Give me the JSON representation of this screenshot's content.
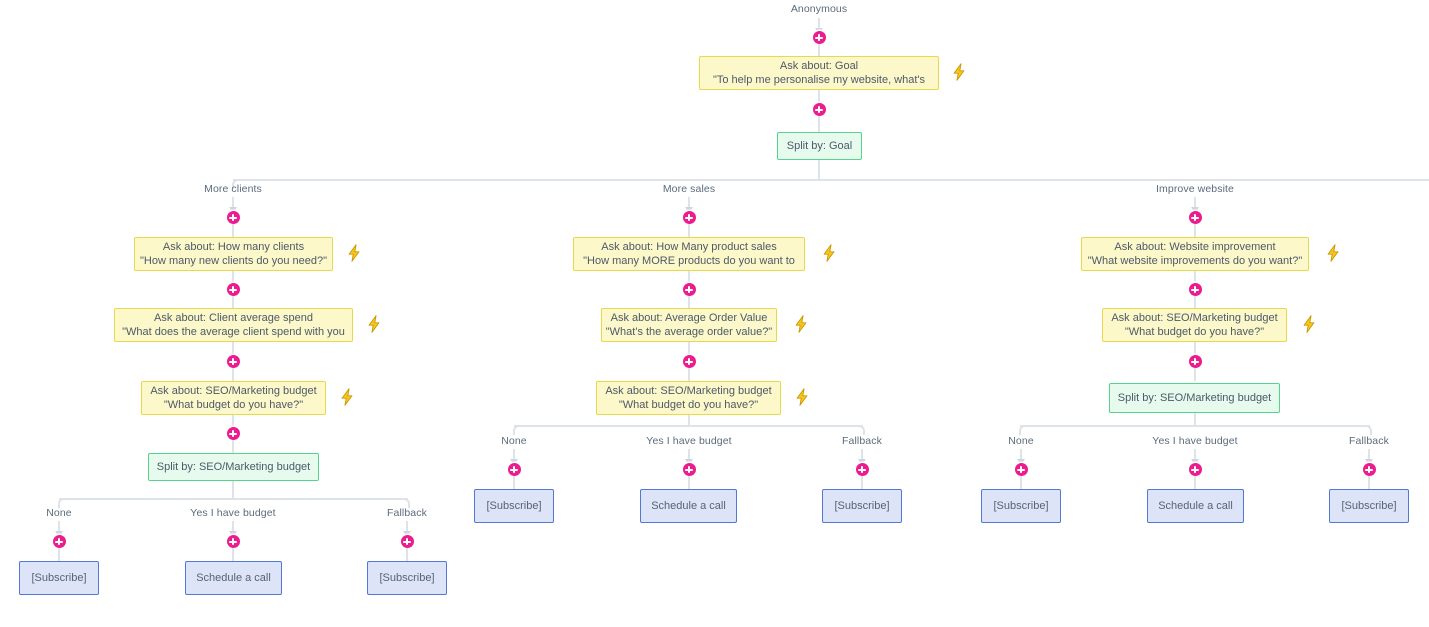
{
  "diagram": {
    "type": "chatbot-flow-builder",
    "root_label": "Anonymous",
    "colors": {
      "ask_fill": "#fdf8c9",
      "ask_border": "#e8d94b",
      "split_fill": "#e6faee",
      "split_border": "#56d48b",
      "action_fill": "#dde4f7",
      "action_border": "#5277d4",
      "connector": "#dde3e8",
      "node_marker": "#ec1c8e",
      "text": "#4c5a68",
      "edge_label_text": "#5b6b7c"
    },
    "icons": {
      "plus_node": "plus-circle-icon",
      "bolt": "lightning-bolt-icon"
    }
  },
  "nodes": {
    "root": {
      "label": "Anonymous"
    },
    "goal_ask": {
      "line1": "Ask about: Goal",
      "line2": "\"To help me personalise my website, what's"
    },
    "goal_split": {
      "line1": "Split by: Goal"
    },
    "branch_labels": {
      "more_clients": "More clients",
      "more_sales": "More sales",
      "improve_website": "Improve website"
    },
    "clients_q1": {
      "line1": "Ask about: How many clients",
      "line2": "\"How many new clients do you need?\""
    },
    "clients_q2": {
      "line1": "Ask about: Client average spend",
      "line2": "\"What does the average client spend with you"
    },
    "clients_q3": {
      "line1": "Ask about: SEO/Marketing budget",
      "line2": "\"What budget do you have?\""
    },
    "clients_split": {
      "line1": "Split by: SEO/Marketing budget"
    },
    "sales_q1": {
      "line1": "Ask about: How Many product sales",
      "line2": "\"How many MORE products do you want to"
    },
    "sales_q2": {
      "line1": "Ask about: Average Order Value",
      "line2": "\"What's the average order value?\""
    },
    "sales_q3": {
      "line1": "Ask about: SEO/Marketing budget",
      "line2": "\"What budget do you have?\""
    },
    "website_q1": {
      "line1": "Ask about: Website improvement",
      "line2": "\"What website improvements do you want?\""
    },
    "website_q2": {
      "line1": "Ask about: SEO/Marketing budget",
      "line2": "\"What budget do you have?\""
    },
    "website_split": {
      "line1": "Split by: SEO/Marketing budget"
    },
    "budget_branch_labels": {
      "none": "None",
      "yes": "Yes I have budget",
      "fallback": "Fallback"
    },
    "leaf_subscribe": {
      "line1": "[Subscribe]"
    },
    "leaf_schedule": {
      "line1": "Schedule a call"
    }
  }
}
